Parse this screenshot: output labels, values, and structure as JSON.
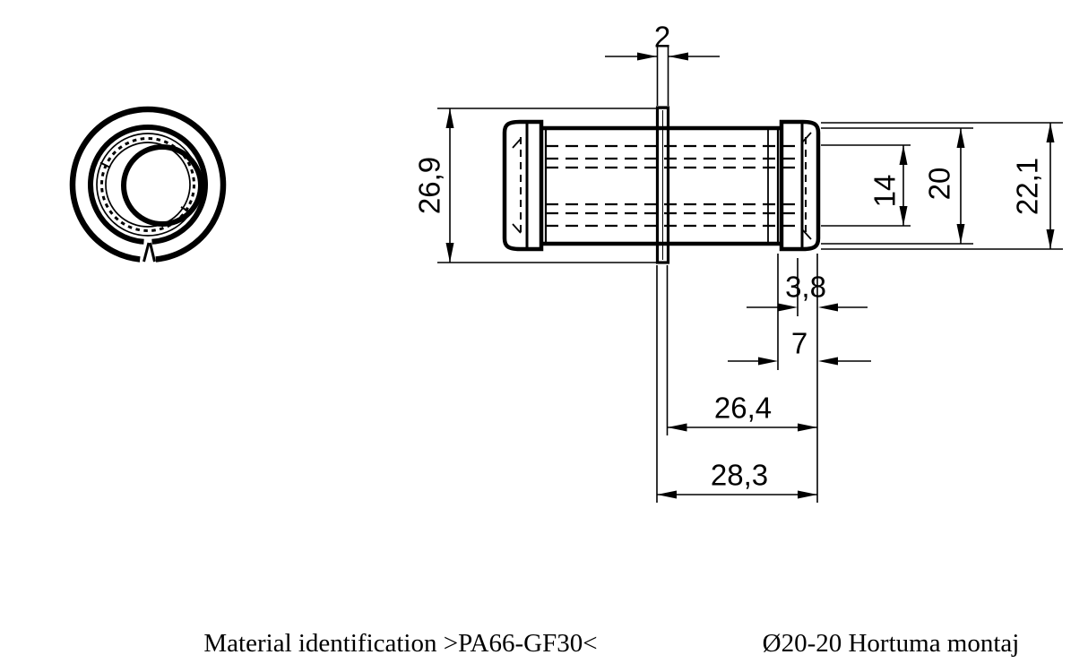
{
  "drawing": {
    "notes": {
      "material": "Material identification >PA66-GF30<",
      "title": "Ø20-20 Hortuma montaj"
    },
    "dims": {
      "flange_thickness": "2",
      "flange_od": "26,9",
      "bore_id": "14",
      "body_od": "20",
      "barb_od": "22,1",
      "barb_lip": "3,8",
      "barb_len": "7",
      "len_from_flange_right": "26,4",
      "len_from_flange_left": "28,3"
    },
    "colors": {
      "ink": "#000000",
      "paper": "#ffffff"
    }
  }
}
